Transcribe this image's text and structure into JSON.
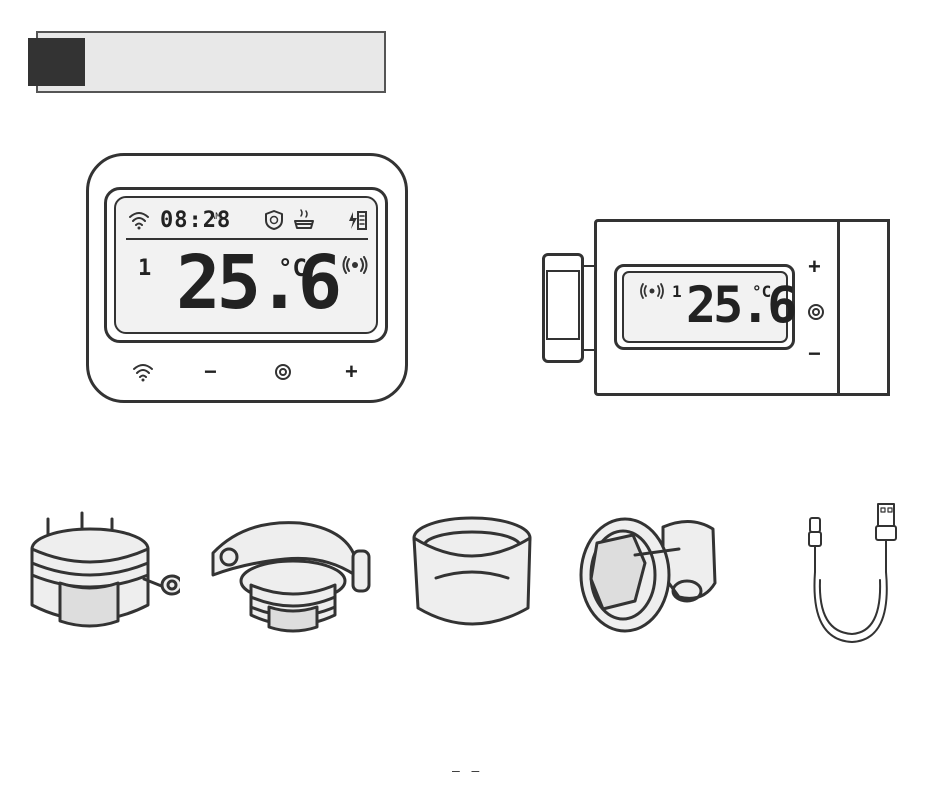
{
  "hub": {
    "time": "08:28",
    "time_suffix": "AM",
    "temperature": "25.6",
    "unit": "°C",
    "channel": "1",
    "wifi_icon": "wifi-icon",
    "shield_icon": "shield-icon",
    "boiler_icon": "boiler-icon",
    "power_icon": "power-battery-icon",
    "signal_icon": "signal-icon",
    "buttons": {
      "minus": "−",
      "plus": "+",
      "settings_icon": "settings-icon"
    }
  },
  "trv": {
    "channel": "1",
    "temperature": "25.6",
    "unit": "°C",
    "signal_icon": "signal-icon",
    "buttons": {
      "plus": "+",
      "minus": "−",
      "settings_icon": "settings-icon"
    }
  },
  "accessories": [
    {
      "name": "adapter-ring-a"
    },
    {
      "name": "adapter-ring-b"
    },
    {
      "name": "spacer-ring"
    },
    {
      "name": "adapter-clamp"
    },
    {
      "name": "usb-cable"
    }
  ],
  "footer": {
    "marks": "–   –"
  }
}
